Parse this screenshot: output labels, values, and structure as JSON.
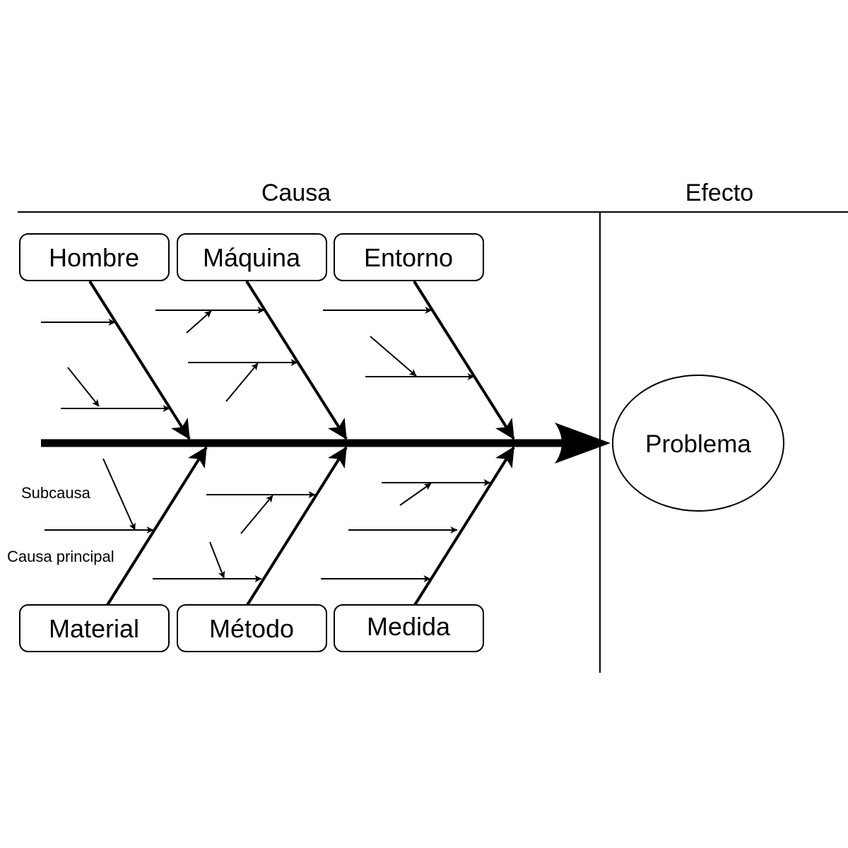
{
  "header": {
    "cause_label": "Causa",
    "effect_label": "Efecto"
  },
  "categories": {
    "top": [
      "Hombre",
      "Máquina",
      "Entorno"
    ],
    "bottom": [
      "Material",
      "Método",
      "Medida"
    ]
  },
  "effect": {
    "label": "Problema"
  },
  "annotations": {
    "subcause": "Subcausa",
    "main_cause": "Causa principal"
  },
  "colors": {
    "line": "#000000",
    "background": "#ffffff"
  }
}
